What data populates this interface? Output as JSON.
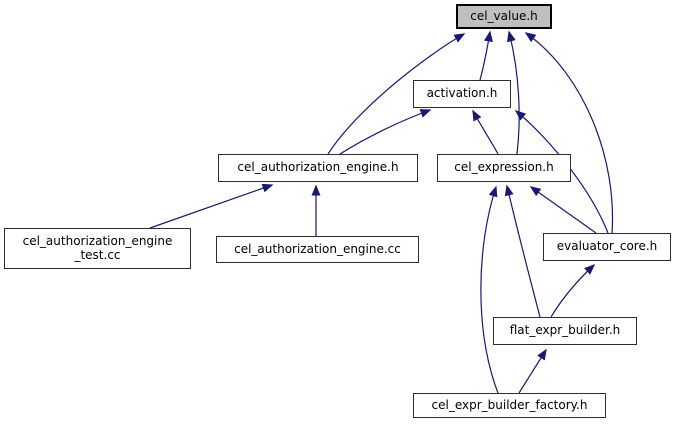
{
  "diagram": {
    "type": "include-dependency-graph",
    "main_node": "cel_value.h",
    "edge_color": "#191970",
    "main_node_fill": "#bfbfbf",
    "node_fill": "#ffffff",
    "node_border": "#2e2e2e",
    "nodes": [
      {
        "id": "cel_value_h",
        "label": "cel_value.h",
        "highlighted": true
      },
      {
        "id": "activation_h",
        "label": "activation.h",
        "highlighted": false
      },
      {
        "id": "cel_authorization_engine_h",
        "label": "cel_authorization_engine.h",
        "highlighted": false
      },
      {
        "id": "cel_expression_h",
        "label": "cel_expression.h",
        "highlighted": false
      },
      {
        "id": "cel_authorization_engine_test_cc",
        "label": "cel_authorization_engine\n_test.cc",
        "highlighted": false
      },
      {
        "id": "cel_authorization_engine_cc",
        "label": "cel_authorization_engine.cc",
        "highlighted": false
      },
      {
        "id": "evaluator_core_h",
        "label": "evaluator_core.h",
        "highlighted": false
      },
      {
        "id": "flat_expr_builder_h",
        "label": "flat_expr_builder.h",
        "highlighted": false
      },
      {
        "id": "cel_expr_builder_factory_h",
        "label": "cel_expr_builder_factory.h",
        "highlighted": false
      }
    ],
    "edges": [
      {
        "from": "cel_authorization_engine_h",
        "to": "cel_value.h"
      },
      {
        "from": "activation_h",
        "to": "cel_value.h"
      },
      {
        "from": "cel_expression_h",
        "to": "cel_value.h"
      },
      {
        "from": "evaluator_core_h",
        "to": "cel_value.h"
      },
      {
        "from": "cel_authorization_engine_h",
        "to": "activation.h"
      },
      {
        "from": "cel_expression_h",
        "to": "activation.h"
      },
      {
        "from": "evaluator_core_h",
        "to": "activation.h"
      },
      {
        "from": "cel_authorization_engine_test_cc",
        "to": "cel_authorization_engine.h"
      },
      {
        "from": "cel_authorization_engine_cc",
        "to": "cel_authorization_engine.h"
      },
      {
        "from": "evaluator_core_h",
        "to": "cel_expression.h"
      },
      {
        "from": "flat_expr_builder_h",
        "to": "cel_expression.h"
      },
      {
        "from": "cel_expr_builder_factory_h",
        "to": "cel_expression.h"
      },
      {
        "from": "flat_expr_builder_h",
        "to": "evaluator_core.h"
      },
      {
        "from": "cel_expr_builder_factory_h",
        "to": "flat_expr_builder.h"
      }
    ]
  }
}
